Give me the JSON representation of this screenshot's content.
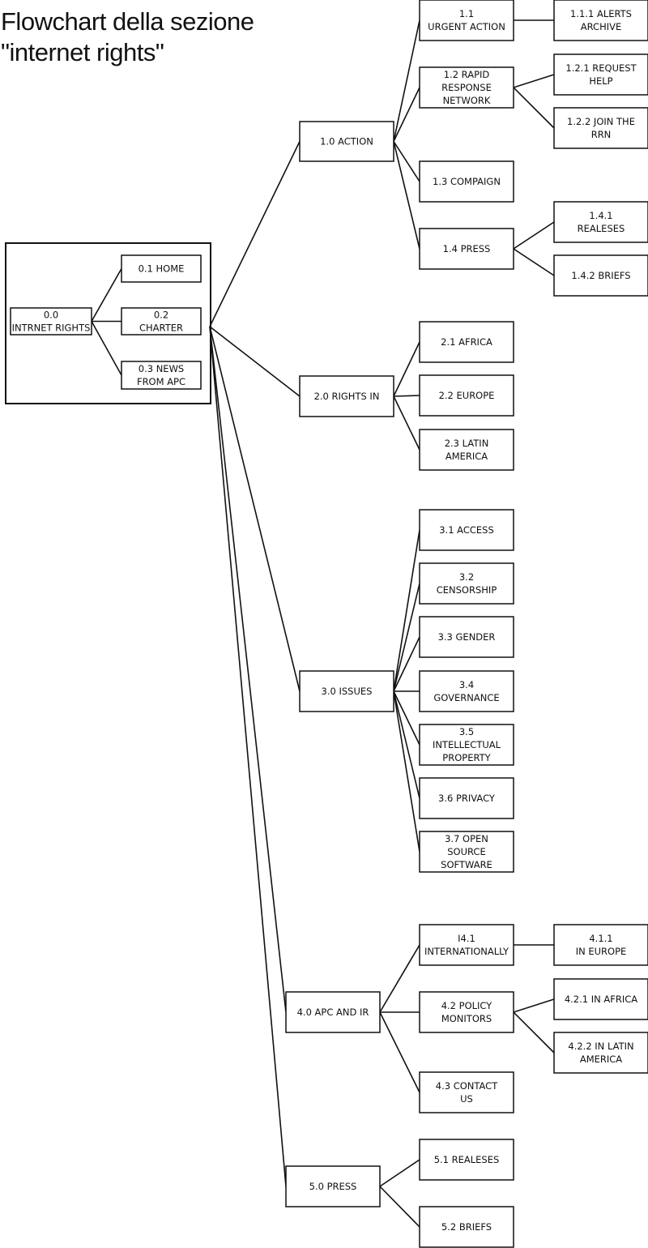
{
  "title_lines": [
    "Flowchart della sezione",
    "\"internet rights\""
  ],
  "nodes": [
    {
      "id": "0.0",
      "label": "0.0 INTRNET RIGHTS"
    },
    {
      "id": "0.1",
      "label": "0.1 HOME"
    },
    {
      "id": "0.2",
      "label": "0.2 CHARTER"
    },
    {
      "id": "0.3",
      "label": "0.3 NEWS FROM APC"
    },
    {
      "id": "1.0",
      "label": "1.0 ACTION"
    },
    {
      "id": "1.1",
      "label": "1.1 URGENT ACTION"
    },
    {
      "id": "1.1.1",
      "label": "1.1.1 ALERTS ARCHIVE"
    },
    {
      "id": "1.2",
      "label": "1.2 RAPID RESPONSE NETWORK"
    },
    {
      "id": "1.2.1",
      "label": "1.2.1 REQUEST HELP"
    },
    {
      "id": "1.2.2",
      "label": "1.2.2 JOIN THE RRN"
    },
    {
      "id": "1.3",
      "label": "1.3 COMPAIGN"
    },
    {
      "id": "1.4",
      "label": "1.4 PRESS"
    },
    {
      "id": "1.4.1",
      "label": "1.4.1 REALESES"
    },
    {
      "id": "1.4.2",
      "label": "1.4.2 BRIEFS"
    },
    {
      "id": "2.0",
      "label": "2.0 RIGHTS IN"
    },
    {
      "id": "2.1",
      "label": "2.1 AFRICA"
    },
    {
      "id": "2.2",
      "label": "2.2 EUROPE"
    },
    {
      "id": "2.3",
      "label": "2.3 LATIN AMERICA"
    },
    {
      "id": "3.0",
      "label": "3.0 ISSUES"
    },
    {
      "id": "3.1",
      "label": "3.1 ACCESS"
    },
    {
      "id": "3.2",
      "label": "3.2 CENSORSHIP"
    },
    {
      "id": "3.3",
      "label": "3.3 GENDER"
    },
    {
      "id": "3.4",
      "label": "3.4 GOVERNANCE"
    },
    {
      "id": "3.5",
      "label": "3.5 INTELLECTUAL PROPERTY"
    },
    {
      "id": "3.6",
      "label": "3.6 PRIVACY"
    },
    {
      "id": "3.7",
      "label": "3.7 OPEN SOURCE SOFTWARE"
    },
    {
      "id": "4.0",
      "label": "4.0 APC AND IR"
    },
    {
      "id": "4.1",
      "label": "I4.1 INTERNATIONALLY"
    },
    {
      "id": "4.1.1",
      "label": "4.1.1 IN EUROPE"
    },
    {
      "id": "4.2",
      "label": "4.2 POLICY MONITORS"
    },
    {
      "id": "4.2.1",
      "label": "4.2.1 IN AFRICA"
    },
    {
      "id": "4.2.2",
      "label": "4.2.2 IN LATIN AMERICA"
    },
    {
      "id": "4.3",
      "label": "4.3 CONTACT US"
    },
    {
      "id": "5.0",
      "label": "5.0 PRESS"
    },
    {
      "id": "5.1",
      "label": "5.1 REALESES"
    },
    {
      "id": "5.2",
      "label": "5.2 BRIEFS"
    }
  ],
  "edges": [
    [
      "0.0",
      "0.1"
    ],
    [
      "0.0",
      "0.2"
    ],
    [
      "0.0",
      "0.3"
    ],
    [
      "0.0",
      "1.0"
    ],
    [
      "0.0",
      "2.0"
    ],
    [
      "0.0",
      "3.0"
    ],
    [
      "0.0",
      "4.0"
    ],
    [
      "0.0",
      "5.0"
    ],
    [
      "1.0",
      "1.1"
    ],
    [
      "1.0",
      "1.2"
    ],
    [
      "1.0",
      "1.3"
    ],
    [
      "1.0",
      "1.4"
    ],
    [
      "1.1",
      "1.1.1"
    ],
    [
      "1.2",
      "1.2.1"
    ],
    [
      "1.2",
      "1.2.2"
    ],
    [
      "1.4",
      "1.4.1"
    ],
    [
      "1.4",
      "1.4.2"
    ],
    [
      "2.0",
      "2.1"
    ],
    [
      "2.0",
      "2.2"
    ],
    [
      "2.0",
      "2.3"
    ],
    [
      "3.0",
      "3.1"
    ],
    [
      "3.0",
      "3.2"
    ],
    [
      "3.0",
      "3.3"
    ],
    [
      "3.0",
      "3.4"
    ],
    [
      "3.0",
      "3.5"
    ],
    [
      "3.0",
      "3.6"
    ],
    [
      "3.0",
      "3.7"
    ],
    [
      "4.0",
      "4.1"
    ],
    [
      "4.0",
      "4.2"
    ],
    [
      "4.0",
      "4.3"
    ],
    [
      "4.1",
      "4.1.1"
    ],
    [
      "4.2",
      "4.2.1"
    ],
    [
      "4.2",
      "4.2.2"
    ],
    [
      "5.0",
      "5.1"
    ],
    [
      "5.0",
      "5.2"
    ]
  ]
}
